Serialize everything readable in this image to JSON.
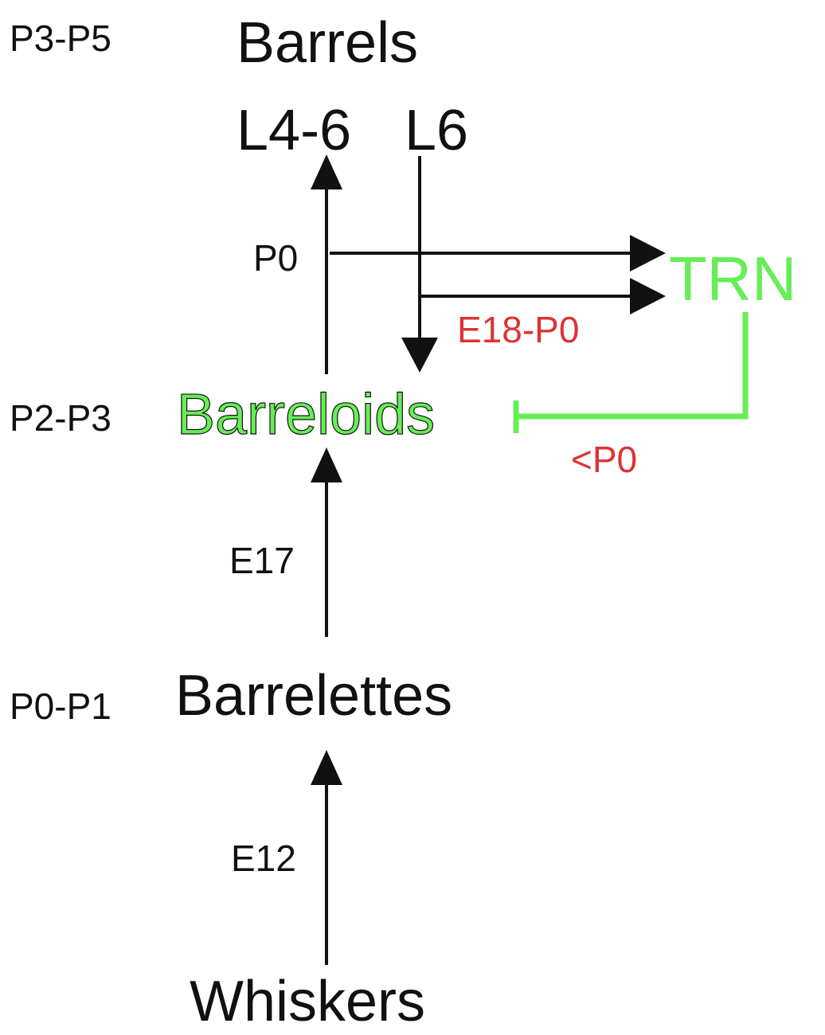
{
  "stages": {
    "top": "P3-P5",
    "middle": "P2-P3",
    "bottom": "P0-P1"
  },
  "nodes": {
    "barrels": "Barrels",
    "layers_l4_6": "L4-6",
    "layers_l6": "L6",
    "trn": "TRN",
    "barreloids": "Barreloids",
    "barrelettes": "Barrelettes",
    "whiskers": "Whiskers"
  },
  "edge_labels": {
    "p0": "P0",
    "e18_p0": "E18-P0",
    "lt_p0": "<P0",
    "e17": "E17",
    "e12": "E12"
  },
  "colors": {
    "green": "#66ee55",
    "red": "#dd3333",
    "black": "#111111"
  }
}
